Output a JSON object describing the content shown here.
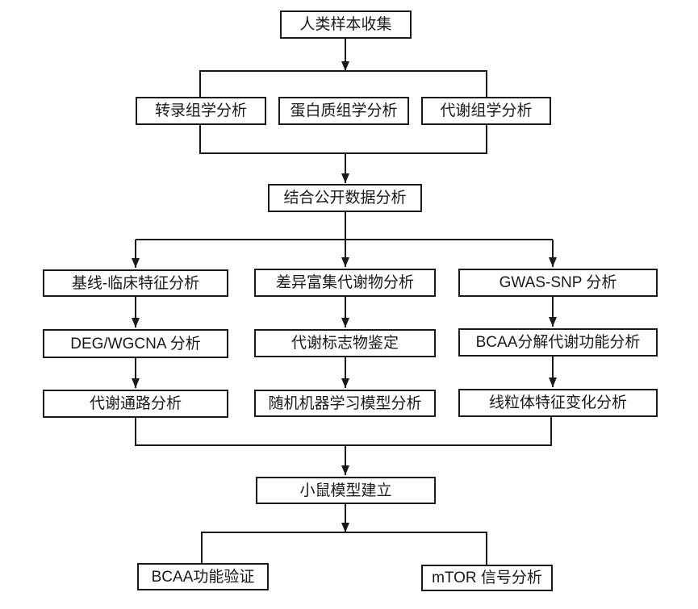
{
  "flowchart": {
    "root": {
      "label": "人类样本收集"
    },
    "omics_row": [
      {
        "label": "转录组学分析"
      },
      {
        "label": "蛋白质组学分析"
      },
      {
        "label": "代谢组学分析"
      }
    ],
    "combine": {
      "label": "结合公开数据分析"
    },
    "columns": {
      "left": [
        {
          "label": "基线-临床特征分析"
        },
        {
          "label": "DEG/WGCNA 分析"
        },
        {
          "label": "代谢通路分析"
        }
      ],
      "middle": [
        {
          "label": "差异富集代谢物分析"
        },
        {
          "label": "代谢标志物鉴定"
        },
        {
          "label": "随机机器学习模型分析"
        }
      ],
      "right": [
        {
          "label": "GWAS-SNP 分析"
        },
        {
          "label": "BCAA分解代谢功能分析"
        },
        {
          "label": "线粒体特征变化分析"
        }
      ]
    },
    "mouse_model": {
      "label": "小鼠模型建立"
    },
    "validation_row": [
      {
        "label": "BCAA功能验证"
      },
      {
        "label": "mTOR 信号分析"
      }
    ],
    "colors": {
      "background": "#ffffff",
      "box_fill": "#ffffff",
      "box_border": "#1a1a1a",
      "line": "#1a1a1a",
      "text": "#1a1a1a"
    }
  }
}
